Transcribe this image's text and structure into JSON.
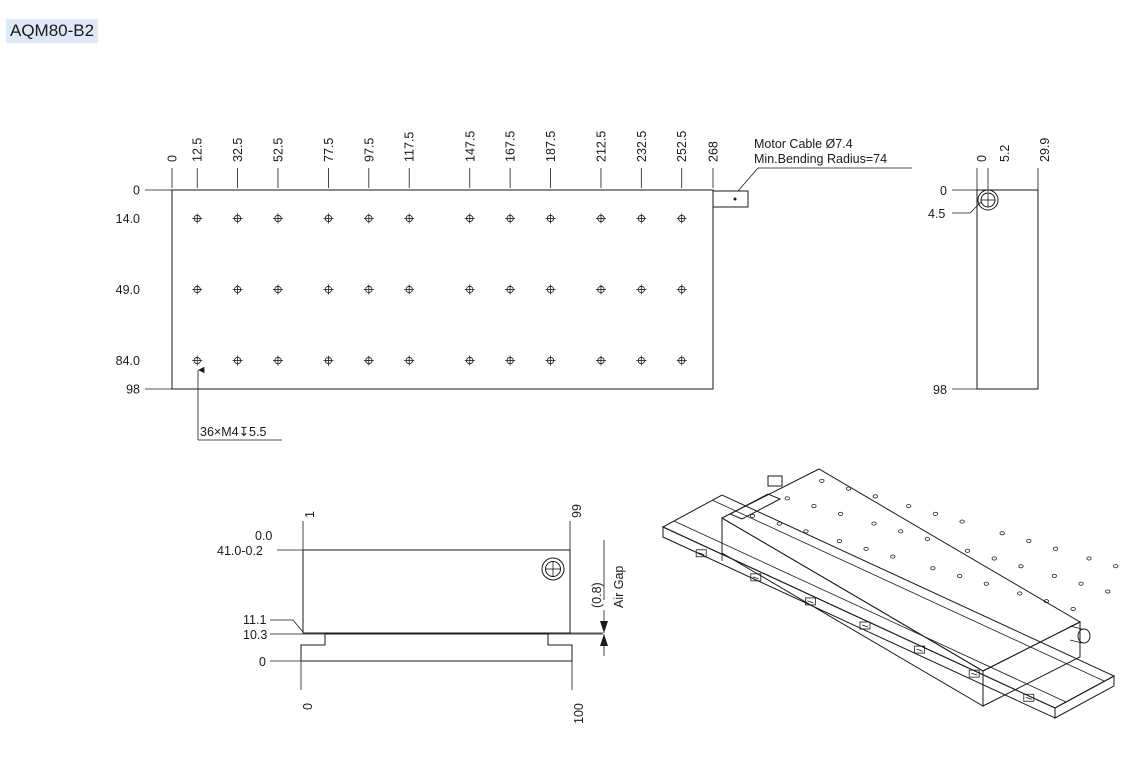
{
  "title": "AQM80-B2",
  "top_view": {
    "x_dims": [
      "0",
      "12.5",
      "32.5",
      "52.5",
      "77.5",
      "97.5",
      "117.5",
      "147.5",
      "167.5",
      "187.5",
      "212.5",
      "232.5",
      "252.5",
      "268"
    ],
    "y_dims": [
      "0",
      "14.0",
      "49.0",
      "84.0",
      "98"
    ],
    "hole_callout": "36×M4↧5.5",
    "cable_note_1": "Motor Cable Ø7.4",
    "cable_note_2": "Min.Bending Radius=74"
  },
  "side_view": {
    "x_dims": [
      "0",
      "5.2",
      "29.9"
    ],
    "y_dims": [
      "0",
      "4.5",
      "98"
    ]
  },
  "front_view": {
    "x_top_dims": [
      "1",
      "99"
    ],
    "x_bottom_dims": [
      "0",
      "100"
    ],
    "y_dims": [
      "0.0",
      "41.0-0.2",
      "11.1",
      "10.3",
      "0"
    ],
    "gap_value": "(0.8)",
    "gap_label": "Air Gap"
  }
}
